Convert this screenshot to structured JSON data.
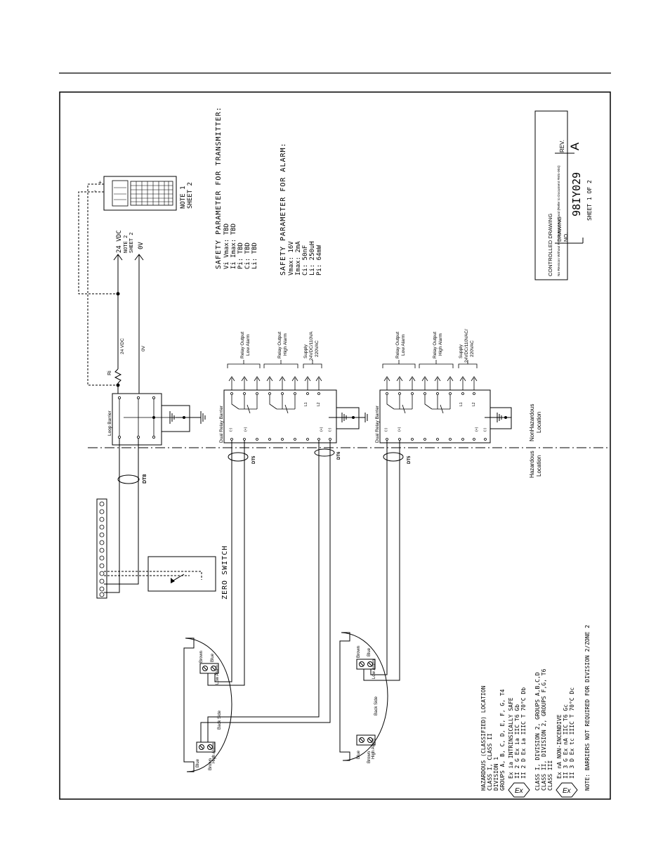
{
  "transmitter": {
    "note_line1": "NOTE 1",
    "note_line2": "SHEET 2",
    "plus": "+",
    "minus": "-"
  },
  "supply": {
    "v24_label": "24 VDC",
    "v24_note1": "NOTE 2",
    "v24_note2": "SHEET 2",
    "zero_v_label": "0V",
    "wire_24": "24 VDC",
    "wire_0v": "0V",
    "ri": "Ri"
  },
  "safety_transmitter": {
    "title": "SAFETY PARAMETER FOR TRANSMITTER:",
    "lines": [
      "Vi Vmax: TBD",
      "Ii Imax: TBD",
      "Pi: TBD",
      "Ci: TBD",
      "Li: TBD"
    ]
  },
  "safety_alarm": {
    "title": "SAFETY PARAMETER FOR ALARM:",
    "lines": [
      "Vmax: 16V",
      "Imax: 2mA",
      "Ci: 50nF",
      "Li: 250uH",
      "Pi: 64mW"
    ]
  },
  "title_block": {
    "controlled": "CONTROLLED DRAWING",
    "no_revision": "No Revision Without Prior Agency Approval (Refer to Document #MS-004)",
    "drawing_no_label1": "DRAWING",
    "drawing_no_label2": "NO.",
    "drawing_no": "98IY029",
    "rev_label": "REV.",
    "rev": "A",
    "sheet": "SHEET 1 OF 2"
  },
  "barriers": {
    "loop": "Loop Barrier",
    "relay1": "Dual Relay Barrier",
    "relay2": "Dual Relay Barrier",
    "relay_low": [
      "Relay Output",
      "Low Alarm"
    ],
    "relay_high": [
      "Relay Output",
      "High Alarm"
    ],
    "supply1": [
      "Supply",
      "24VDC/110VA",
      "220VAC"
    ],
    "supply2": [
      "Supply",
      "24VDC/110VAC/",
      "220VAC"
    ],
    "plus": "(+)",
    "minus": "(-)",
    "l1": "L1",
    "l2": "L2"
  },
  "cables": {
    "c1": "DT8",
    "c2": "DT5",
    "c3": "DT6",
    "c4": "DT5"
  },
  "locations": {
    "hazardous": [
      "Hazardous",
      "Location"
    ],
    "nonhazardous": [
      "NonHazardous",
      "Location"
    ]
  },
  "zero_switch": "ZERO SWITCH",
  "alarm_units": {
    "brown": "Brown",
    "blue": "Blue",
    "low_alarm": "Low Alarm",
    "high_alarm": "High Alarm",
    "back_side": "Back Side"
  },
  "hazard_notes": {
    "line1": "HAZARDOUS (CLASSIFIED) LOCATION",
    "line2": "CLASS I, CLASS II",
    "line3": "DIVISION 1",
    "line4": "GROUPS A, B, C, D, E, F, G, T4",
    "ex_is_title": "Ex ia INTRINSICALLY SAFE",
    "ex_is_1": "II 2 G Ex ia IIC T6 Gb",
    "ex_is_2": "II 2 D Ex ia IIIC T 70°C Db",
    "div2_1": "CLASS I, DIVISION 2, GROUPS A,B,C,D",
    "div2_2": "CLASS II, DIVISION 2, GROUPS F,G, T6",
    "div2_3": "CLASS III",
    "ex_n_title": "Ex nA NON-INCENDIVE",
    "ex_n_1": "II 3 G Ex nA IIC T6 Gc",
    "ex_n_2": "II 3 D Ex tc IIIC T 70°C Dc",
    "note": "NOTE: BARRIERS NOT REQUIRED FOR DIVISION 2/ZONE 2"
  }
}
